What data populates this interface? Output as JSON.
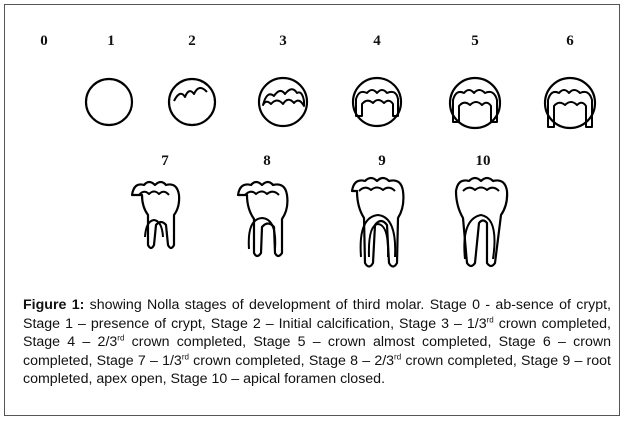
{
  "stages": [
    "0",
    "1",
    "2",
    "3",
    "4",
    "5",
    "6",
    "7",
    "8",
    "9",
    "10"
  ],
  "caption": {
    "label": "Figure 1:",
    "segments": [
      {
        "text": " showing Nolla stages of development of third molar. Stage 0 - ab-sence of crypt, Stage 1 – presence of crypt, Stage 2 – Initial calcification, Stage 3 – 1/3"
      },
      {
        "sup": "rd"
      },
      {
        "text": " crown completed, Stage 4 – 2/3"
      },
      {
        "sup": "rd"
      },
      {
        "text": " crown completed, Stage 5 – crown almost completed, Stage 6 – crown completed, Stage 7 – 1/3"
      },
      {
        "sup": "rd"
      },
      {
        "text": " crown completed, Stage 8 – 2/3"
      },
      {
        "sup": "rd"
      },
      {
        "text": " crown completed, Stage 9 – root completed, apex open, Stage 10 – apical foramen closed."
      }
    ]
  }
}
